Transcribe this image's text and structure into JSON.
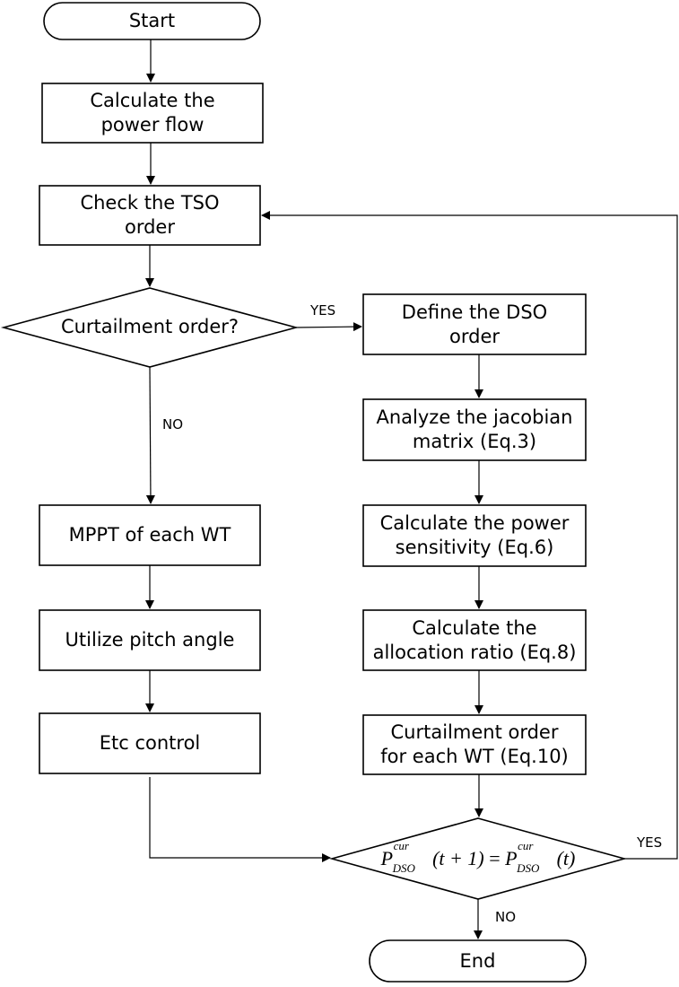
{
  "nodes": {
    "start": "Start",
    "power_flow": "Calculate the\npower flow",
    "tso_order": "Check the TSO\norder",
    "curtailment_decision": "Curtailment order?",
    "dso_order": "Define the DSO\norder",
    "jacobian": "Analyze the jacobian\nmatrix (Eq.3)",
    "sensitivity": "Calculate the power\nsensitivity (Eq.6)",
    "allocation": "Calculate the\nallocation ratio (Eq.8)",
    "curtail_each": "Curtailment order\nfor each WT (Eq.10)",
    "mppt": "MPPT of each WT",
    "pitch": "Utilize pitch angle",
    "etc": "Etc control",
    "end": "End"
  },
  "formula": {
    "p": "P",
    "superscript": "cur",
    "subscript": "DSO",
    "lhs_arg": "(t + 1)",
    "equals": "=",
    "rhs_arg": "(t)"
  },
  "edge_labels": {
    "yes_right": "YES",
    "no_down": "NO",
    "yes_loop": "YES",
    "no_end": "NO"
  }
}
